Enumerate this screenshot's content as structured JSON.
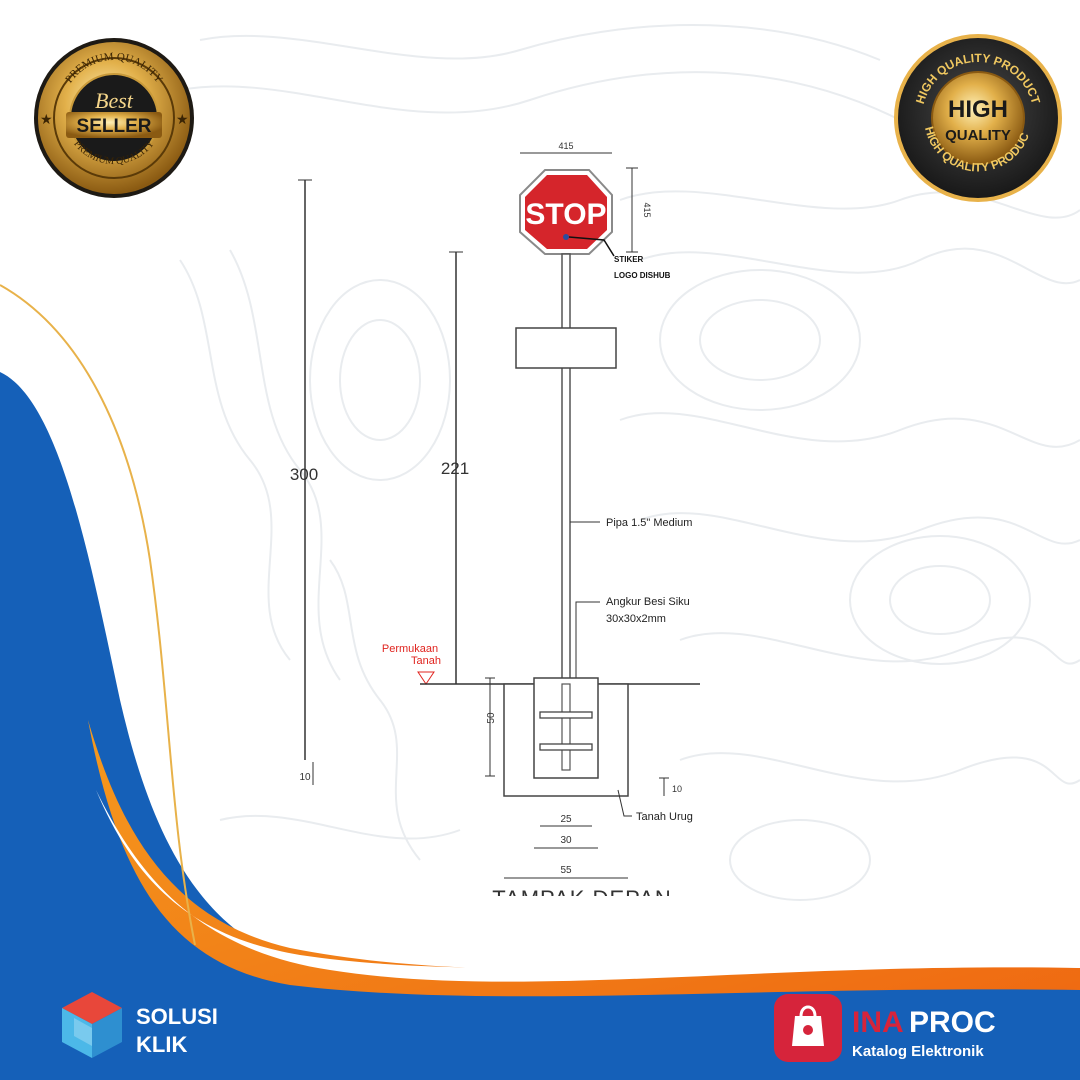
{
  "badges": {
    "best_seller": {
      "arc_top": "PREMIUM QUALITY",
      "arc_bottom": "PREMIUM QUALITY",
      "script": "Best",
      "main": "SELLER"
    },
    "high_quality": {
      "arc_top": "HIGH QUALITY PRODUCT",
      "arc_bottom": "HIGH QUALITY PRODUCT",
      "line1": "HIGH",
      "line2": "QUALITY"
    }
  },
  "drawing": {
    "sign_text": "STOP",
    "dim_sign_width": "415",
    "dim_sign_height": "415",
    "sticker_label_1": "STIKER",
    "sticker_label_2": "LOGO DISHUB",
    "dim_total_height": "300",
    "dim_above_ground": "221",
    "dim_bottom": "10",
    "pipe_label": "Pipa 1.5\" Medium",
    "anchor_label_1": "Angkur Besi Siku",
    "anchor_label_2": "30x30x2mm",
    "ground_label_1": "Permukaan",
    "ground_label_2": "Tanah",
    "dim_foundation_depth": "50",
    "dim_right_small": "10",
    "fill_label": "Tanah Urug",
    "dim_inner_width": "25",
    "dim_block_width": "30",
    "dim_pit_width": "55",
    "view_title": "TAMPAK DEPAN"
  },
  "brands": {
    "solusi_line1": "SOLUSI",
    "solusi_line2": "KLIK",
    "inaproc_ina": "INA",
    "inaproc_proc": "PROC",
    "inaproc_sub": "Katalog Elektronik"
  },
  "colors": {
    "blue": "#1560b8",
    "orange": "#f07d12",
    "gold": "#e8b24a",
    "stop_red": "#d5252b",
    "label_red": "#e0241f",
    "inaproc_red": "#d6243b",
    "dark": "#2b2b2b"
  }
}
